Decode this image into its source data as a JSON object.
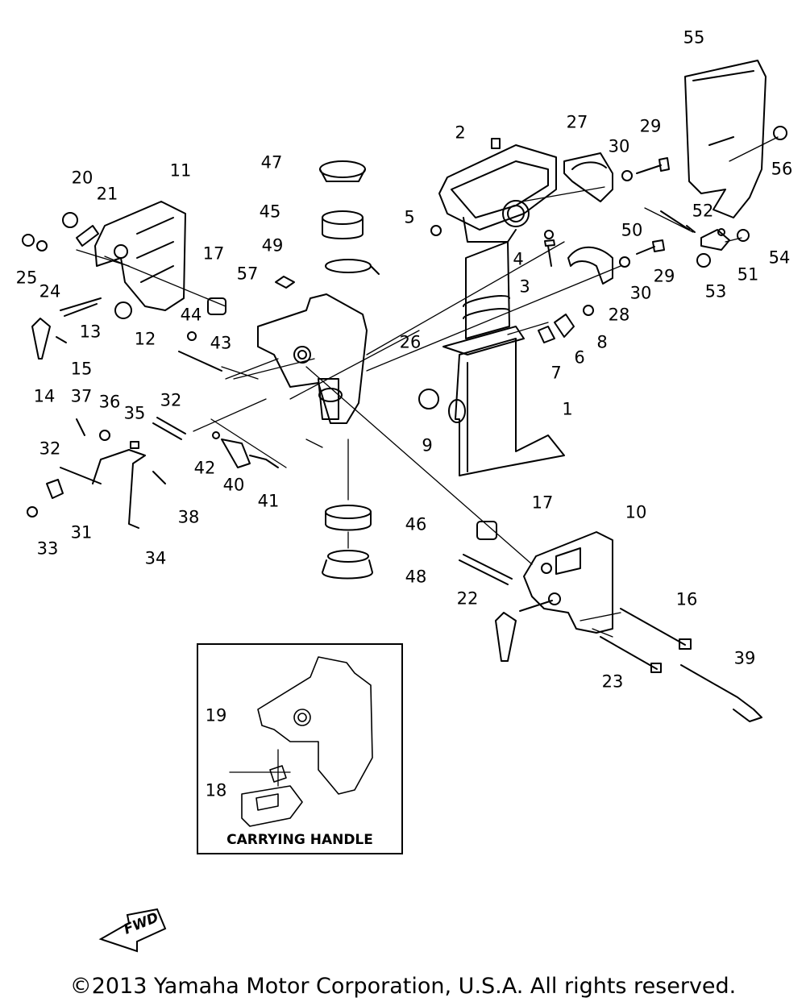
{
  "diagram": {
    "part_labels": [
      "1",
      "2",
      "3",
      "4",
      "5",
      "6",
      "7",
      "8",
      "9",
      "10",
      "11",
      "12",
      "13",
      "14",
      "15",
      "16",
      "17",
      "17",
      "18",
      "19",
      "20",
      "21",
      "22",
      "23",
      "24",
      "25",
      "26",
      "27",
      "28",
      "29",
      "29",
      "30",
      "30",
      "31",
      "32",
      "32",
      "33",
      "34",
      "35",
      "36",
      "37",
      "38",
      "39",
      "40",
      "41",
      "42",
      "43",
      "44",
      "45",
      "46",
      "47",
      "48",
      "49",
      "50",
      "51",
      "52",
      "53",
      "54",
      "55",
      "56",
      "57"
    ],
    "inset_caption": "CARRYING HANDLE",
    "fwd_label": "FWD",
    "copyright": "©2013 Yamaha Motor Corporation, U.S.A. All rights reserved."
  }
}
